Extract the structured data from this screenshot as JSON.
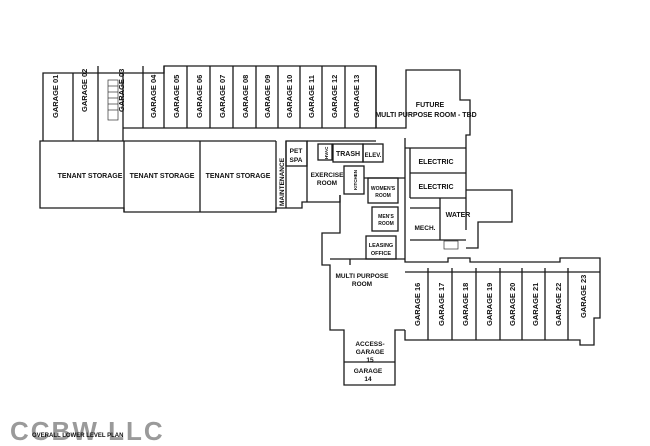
{
  "labels": {
    "garage_01": "GARAGE 01",
    "garage_02": "GARAGE 02",
    "garage_03": "GARAGE 03",
    "garage_04": "GARAGE 04",
    "garage_05": "GARAGE 05",
    "garage_06": "GARAGE 06",
    "garage_07": "GARAGE 07",
    "garage_08": "GARAGE 08",
    "garage_09": "GARAGE 09",
    "garage_10": "GARAGE 10",
    "garage_11": "GARAGE 11",
    "garage_12": "GARAGE 12",
    "garage_13": "GARAGE 13",
    "garage_14": "GARAGE 14",
    "garage_15": "ACCESS-GARAGE 15",
    "garage_16": "GARAGE 16",
    "garage_17": "GARAGE 17",
    "garage_18": "GARAGE 18",
    "garage_19": "GARAGE 19",
    "garage_20": "GARAGE 20",
    "garage_21": "GARAGE 21",
    "garage_22": "GARAGE 22",
    "garage_23": "GARAGE 23",
    "future_room_1": "FUTURE",
    "future_room_2": "MULTI PURPOSE ROOM - TBD",
    "tenant_storage": "TENANT STORAGE",
    "maintenance": "MAINTENANCE",
    "pet_spa_1": "PET",
    "pet_spa_2": "SPA",
    "hvac": "HVAC",
    "trash": "TRASH",
    "elev": "ELEV.",
    "exercise_1": "EXERCISE",
    "exercise_2": "ROOM",
    "kitchen": "KITCHEN",
    "womens_1": "WOMEN'S",
    "womens_2": "ROOM",
    "mens_1": "MEN'S",
    "mens_2": "ROOM",
    "electric": "ELECTRIC",
    "mech": "MECH.",
    "water": "WATER",
    "leasing_1": "LEASING",
    "leasing_2": "OFFICE",
    "mpr_1": "MULTI PURPOSE",
    "mpr_2": "ROOM",
    "plan_title": "OVERALL LOWER LEVEL PLAN",
    "watermark": "CCBW LLC"
  }
}
